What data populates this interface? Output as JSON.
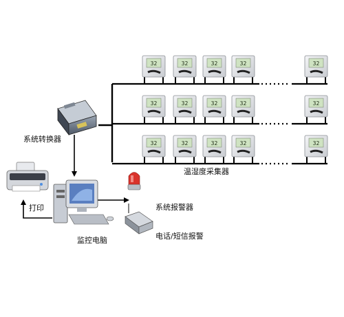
{
  "labels": {
    "converter": "系统转换器",
    "sensors": "温湿度采集器",
    "alarm": "系统报警器",
    "phone_alarm": "电话/短信报警",
    "printer": "打印",
    "computer": "监控电脑"
  },
  "sensor_display_text": "32",
  "icons": {
    "converter": "converter-box-icon",
    "sensor": "temp-humidity-sensor-icon",
    "printer": "printer-icon",
    "computer": "monitoring-computer-icon",
    "alarm": "alarm-siren-icon",
    "phone_alarm": "gsm-modem-icon"
  },
  "colors": {
    "line": "#000000",
    "sensor_body": "#e9eaec",
    "sensor_screen": "#cfe3c2",
    "alarm_red": "#d9322b",
    "monitor_blue": "#5a7fc0"
  }
}
